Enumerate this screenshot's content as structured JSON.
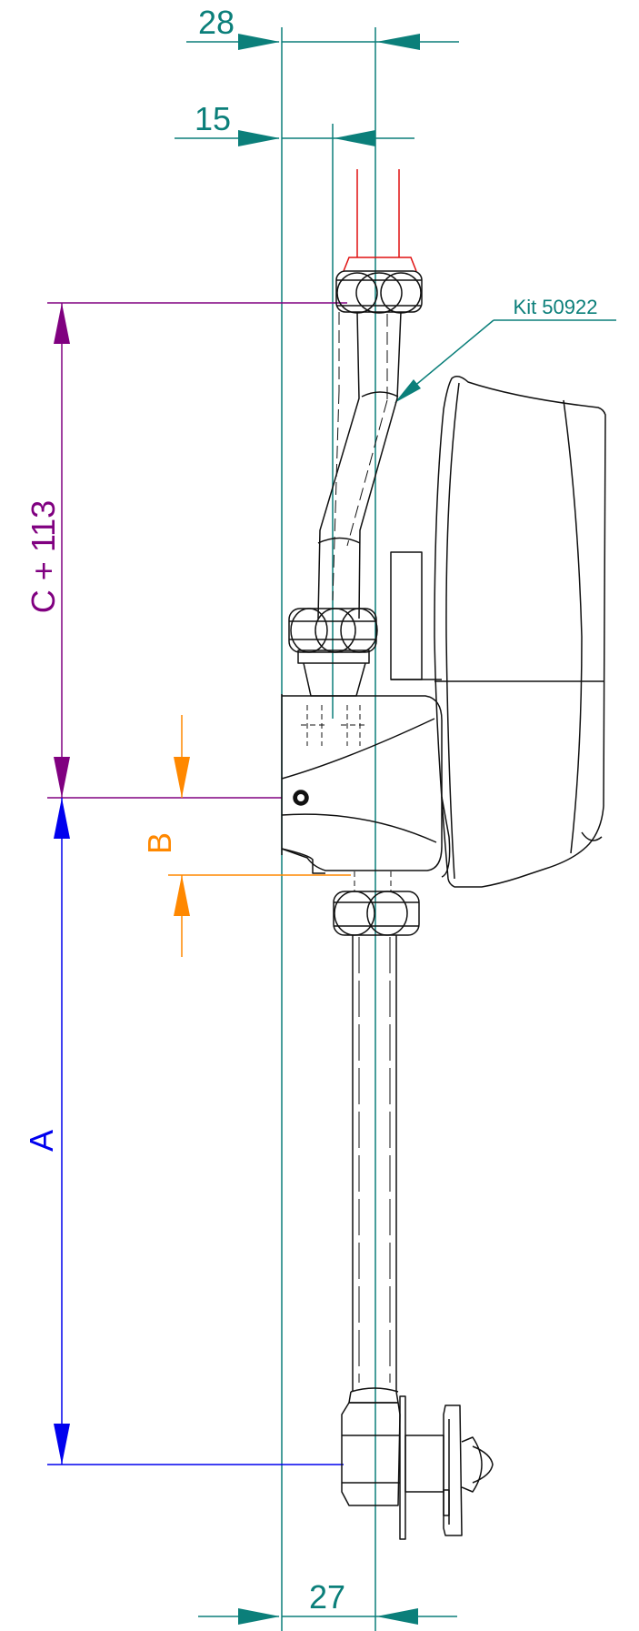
{
  "colors": {
    "teal": "#0b7f7a",
    "purple": "#800080",
    "blue": "#0000ee",
    "orange": "#ff8800",
    "red": "#e01010",
    "outline": "#111111"
  },
  "dimensions": {
    "top_offset": "28",
    "pipe_offset": "15",
    "bottom_offset": "27",
    "height_c": "C + 113",
    "height_b": "B",
    "height_a": "A"
  },
  "callout": {
    "kit_label": "Kit 50922"
  }
}
